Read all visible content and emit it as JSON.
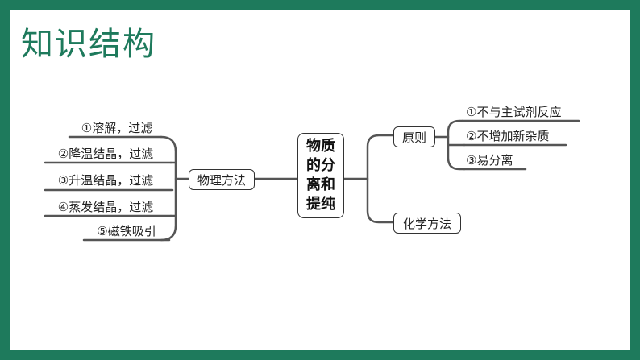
{
  "title": "知识结构",
  "center": {
    "lines": [
      "物质",
      "的分",
      "离和",
      "提纯"
    ]
  },
  "physical": {
    "label": "物理方法",
    "items": [
      "①溶解，过滤",
      "②降温结晶，过滤",
      "③升温结晶，过滤",
      "④蒸发结晶，过滤",
      "⑤磁铁吸引"
    ]
  },
  "principle": {
    "label": "原则",
    "items": [
      "①不与主试剂反应",
      "②不增加新杂质",
      "③易分离"
    ]
  },
  "chemical": {
    "label": "化学方法"
  },
  "colors": {
    "frame": "#1e7a5c",
    "line": "#555555"
  }
}
